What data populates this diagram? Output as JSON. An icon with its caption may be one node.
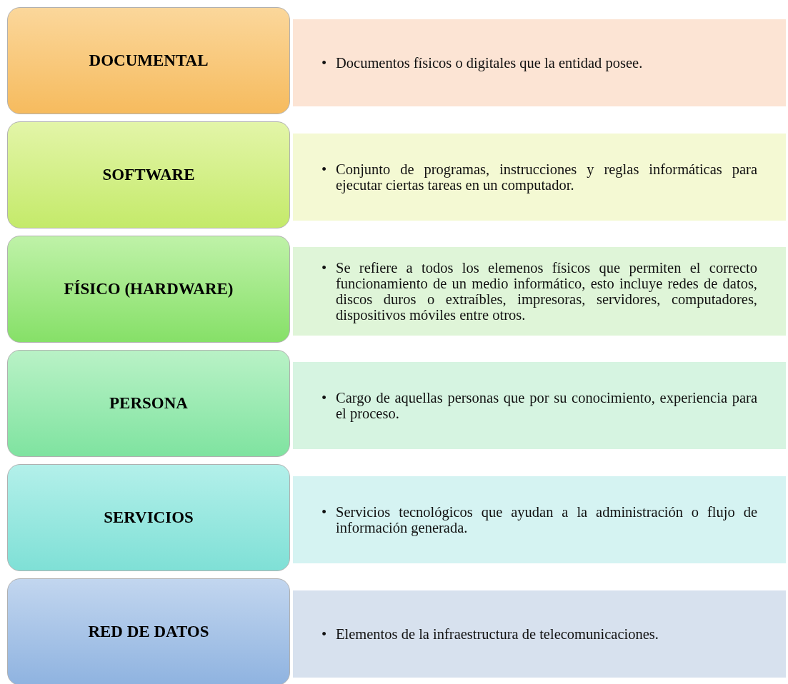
{
  "diagram": {
    "nodes": [
      {
        "text": [
          "DOCUMENTAL"
        ]
      },
      {
        "text": [
          "•",
          "Documentos físicos o digitales que la entidad posee."
        ]
      },
      {
        "text": [
          "SOFTWARE"
        ]
      },
      {
        "text": [
          "•",
          "Conjunto de programas, instrucciones y reglas informáticas para ejecutar ciertas tareas en un computador."
        ]
      },
      {
        "text": [
          "FÍSICO (HARDWARE)"
        ]
      },
      {
        "text": [
          "•",
          "Se refiere a todos los elemenos físicos que permiten el correcto funcionamiento de un medio informático, esto incluye redes de datos, discos duros o extraíbles, impresoras, servidores, computadores, dispositivos móviles entre otros."
        ]
      },
      {
        "text": [
          "PERSONA"
        ]
      },
      {
        "text": [
          "•",
          "Cargo de aquellas personas que por su conocimiento, experiencia para el proceso."
        ]
      },
      {
        "text": [
          "SERVICIOS"
        ]
      },
      {
        "text": [
          "•",
          "Servicios tecnológicos que ayudan a la administración o flujo de información generada."
        ]
      },
      {
        "text": [
          "RED DE DATOS"
        ]
      },
      {
        "text": [
          "•",
          "Elementos de la infraestructura de telecomunicaciones."
        ]
      }
    ]
  }
}
